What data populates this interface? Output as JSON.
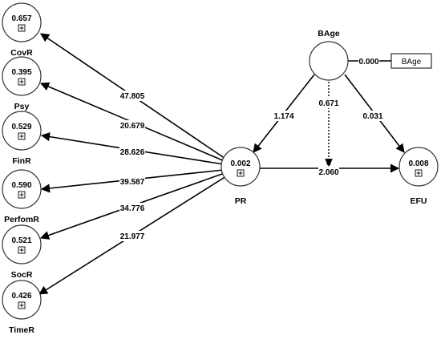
{
  "nodes": {
    "CovR": {
      "name": "CovR",
      "value": "0.657"
    },
    "Psy": {
      "name": "Psy",
      "value": "0.395"
    },
    "FinR": {
      "name": "FinR",
      "value": "0.529"
    },
    "PerfomR": {
      "name": "PerfomR",
      "value": "0.590"
    },
    "SocR": {
      "name": "SocR",
      "value": "0.521"
    },
    "TimeR": {
      "name": "TimeR",
      "value": "0.426"
    },
    "PR": {
      "name": "PR",
      "value": "0.002"
    },
    "EFU": {
      "name": "EFU",
      "value": "0.008"
    },
    "BAge": {
      "name": "BAge",
      "value": ""
    }
  },
  "indicator": {
    "label": "BAge",
    "loading": "0.000"
  },
  "edges": {
    "PR_CovR": "47.805",
    "PR_Psy": "20.679",
    "PR_FinR": "28.626",
    "PR_PerfomR": "39.587",
    "PR_SocR": "34.776",
    "PR_TimeR": "21.977",
    "BAge_PR": "1.174",
    "BAge_moderation": "0.671",
    "BAge_EFU": "0.031",
    "PR_EFU": "2.060"
  },
  "moderation_mark": "w",
  "icons": {
    "expand": "expand-plus-icon",
    "arrowhead": "arrowhead-icon"
  }
}
